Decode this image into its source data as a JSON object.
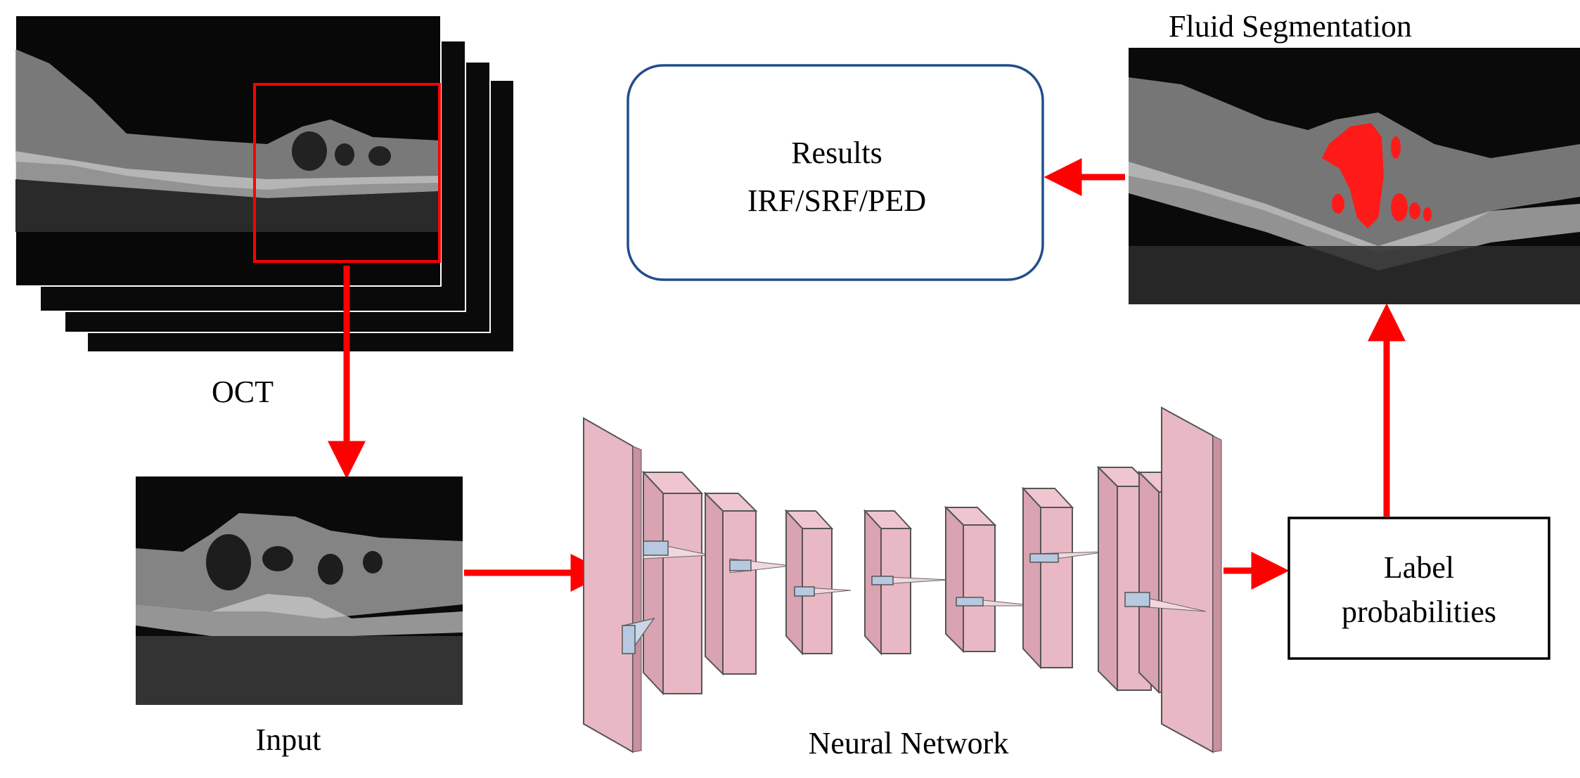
{
  "labels": {
    "oct": "OCT",
    "input": "Input",
    "network": "Neural Network",
    "segmentation": "Fluid Segmentation"
  },
  "results_box": {
    "line1": "Results",
    "line2": "IRF/SRF/PED"
  },
  "probs_box": {
    "line1": "Label",
    "line2": "probabilities"
  },
  "colors": {
    "arrow": "#ff0000",
    "results_border": "#1f4e8c",
    "layer_fill": "#e8b8c4",
    "layer_stroke": "#555555",
    "segmentation_mask": "#ff1a1a",
    "scan_background": "#0a0a0a"
  }
}
